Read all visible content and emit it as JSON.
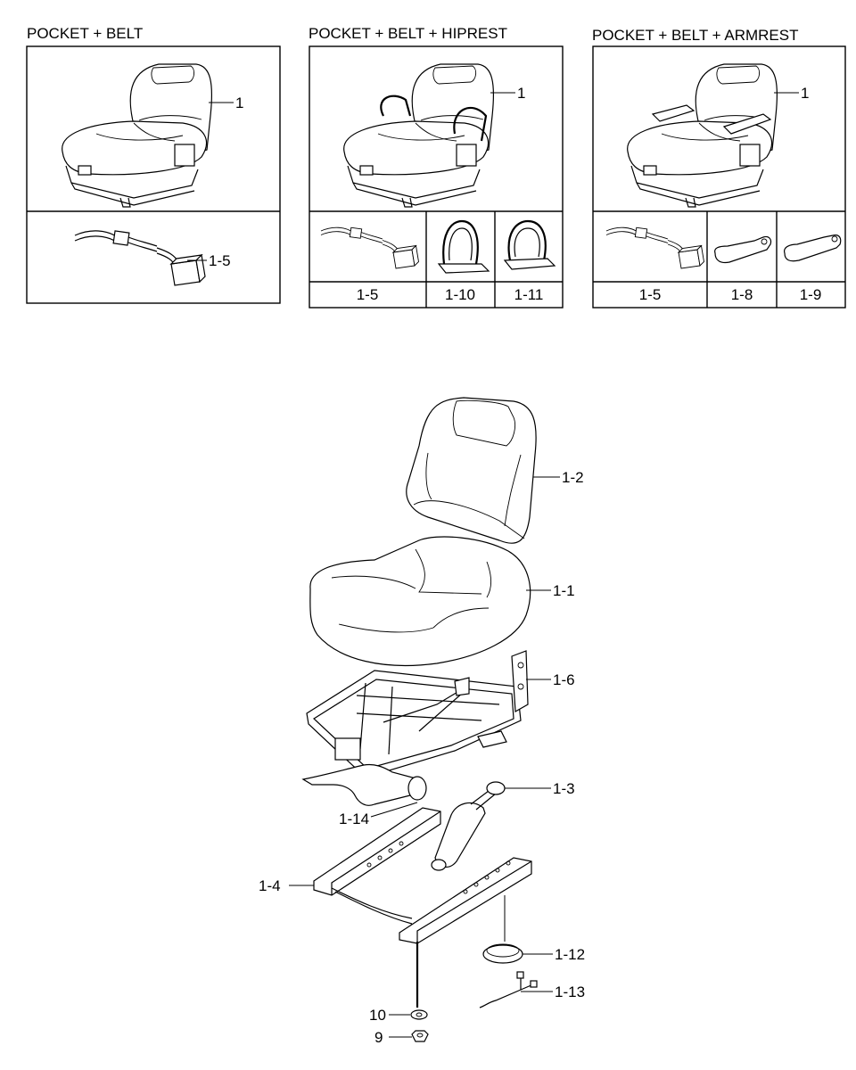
{
  "panels": {
    "pocket_belt": {
      "title": "POCKET + BELT",
      "seat_label": "1",
      "belt_label": "1-5"
    },
    "pocket_belt_hiprest": {
      "title": "POCKET + BELT + HIPREST",
      "seat_label": "1",
      "cells": [
        "1-5",
        "1-10",
        "1-11"
      ]
    },
    "pocket_belt_armrest": {
      "title": "POCKET + BELT + ARMREST",
      "seat_label": "1",
      "cells": [
        "1-5",
        "1-8",
        "1-9"
      ]
    }
  },
  "exploded": {
    "labels": {
      "backrest": "1-2",
      "cushion": "1-1",
      "frame": "1-6",
      "damper": "1-3",
      "mat": "1-14",
      "rail": "1-4",
      "grommet": "1-12",
      "harness": "1-13",
      "washer": "10",
      "nut": "9"
    }
  }
}
